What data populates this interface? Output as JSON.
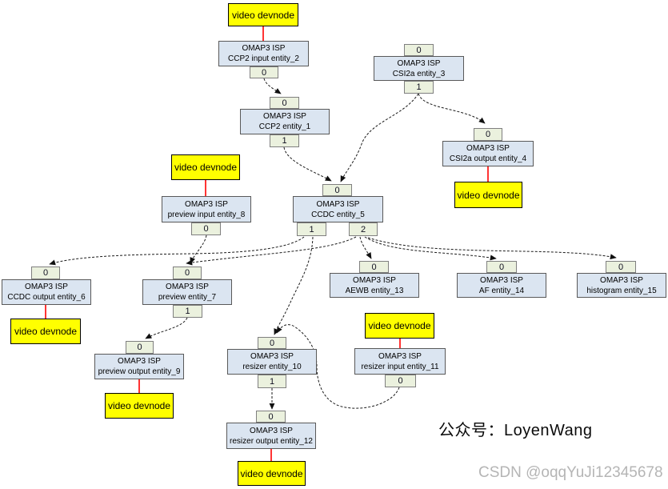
{
  "diagram": {
    "entities": {
      "e1": {
        "line1": "OMAP3 ISP",
        "line2": "CCP2 entity_1",
        "pad_top": "0",
        "pad_bottom": "1"
      },
      "e2": {
        "line1": "OMAP3 ISP",
        "line2": "CCP2 input entity_2",
        "pad_bottom": "0"
      },
      "e3": {
        "line1": "OMAP3 ISP",
        "line2": "CSI2a entity_3",
        "pad_top": "0",
        "pad_bottom": "1"
      },
      "e4": {
        "line1": "OMAP3 ISP",
        "line2": "CSI2a output entity_4",
        "pad_top": "0"
      },
      "e5": {
        "line1": "OMAP3 ISP",
        "line2": "CCDC entity_5",
        "pad_top": "0",
        "pad_left": "1",
        "pad_right": "2"
      },
      "e6": {
        "line1": "OMAP3 ISP",
        "line2": "CCDC output entity_6",
        "pad_top": "0"
      },
      "e7": {
        "line1": "OMAP3 ISP",
        "line2": "preview entity_7",
        "pad_top": "0",
        "pad_bottom": "1"
      },
      "e8": {
        "line1": "OMAP3 ISP",
        "line2": "preview input entity_8",
        "pad_bottom": "0"
      },
      "e9": {
        "line1": "OMAP3 ISP",
        "line2": "preview output entity_9",
        "pad_top": "0"
      },
      "e10": {
        "line1": "OMAP3 ISP",
        "line2": "resizer entity_10",
        "pad_top": "0",
        "pad_bottom": "1"
      },
      "e11": {
        "line1": "OMAP3 ISP",
        "line2": "resizer input entity_11",
        "pad_bottom": "0"
      },
      "e12": {
        "line1": "OMAP3 ISP",
        "line2": "resizer output entity_12",
        "pad_top": "0"
      },
      "e13": {
        "line1": "OMAP3 ISP",
        "line2": "AEWB entity_13",
        "pad_top": "0"
      },
      "e14": {
        "line1": "OMAP3 ISP",
        "line2": "AF entity_14",
        "pad_top": "0"
      },
      "e15": {
        "line1": "OMAP3 ISP",
        "line2": "histogram entity_15",
        "pad_top": "0"
      }
    },
    "devnodes": [
      "video devnode",
      "video devnode",
      "video devnode",
      "video devnode",
      "video devnode",
      "video devnode",
      "video devnode"
    ],
    "watermarks": {
      "publisher": "公众号：LoyenWang",
      "csdn": "CSDN @oqqYuJi12345678"
    },
    "colors": {
      "entity_fill": "#dbe5f1",
      "entity_border": "#595959",
      "pad_fill": "#ebf1de",
      "pad_border": "#7f7f7f",
      "devnode_fill": "#ffff00",
      "devnode_border": "#000000",
      "devnode_link": "#ff0000",
      "dashed_link": "#1a1a1a",
      "watermark_gray": "#b5b5b5"
    }
  }
}
